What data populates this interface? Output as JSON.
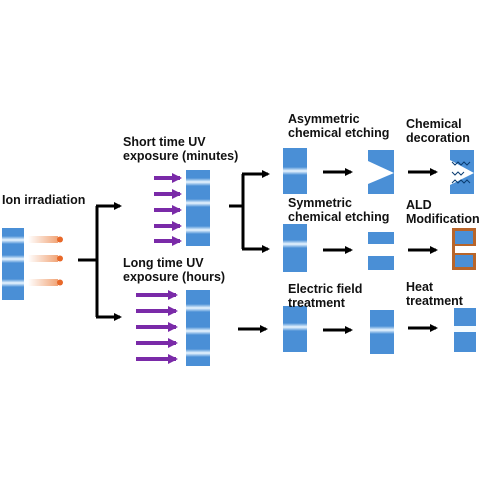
{
  "labels": {
    "ion_irradiation": "Ion irradiation",
    "short_uv": [
      "Short time UV",
      "exposure (minutes)"
    ],
    "long_uv": [
      "Long time UV",
      "exposure (hours)"
    ],
    "asym_etch": [
      "Asymmetric",
      "chemical etching"
    ],
    "sym_etch": [
      "Symmetric",
      "chemical etching"
    ],
    "electric_field": [
      "Electric field",
      "treatment"
    ],
    "chem_decoration": [
      "Chemical",
      "decoration"
    ],
    "ald": [
      "ALD",
      "Modification"
    ],
    "heat": [
      "Heat",
      "treatment"
    ]
  },
  "colors": {
    "membrane": "#4a8fd6",
    "pore_glow": "#e6f4ff",
    "ion_beam": "#f0a070",
    "ion_dot": "#e8692a",
    "uv_arrow": "#7a2aa8",
    "ald_coating": "#b8652a",
    "arrow": "#000000"
  }
}
